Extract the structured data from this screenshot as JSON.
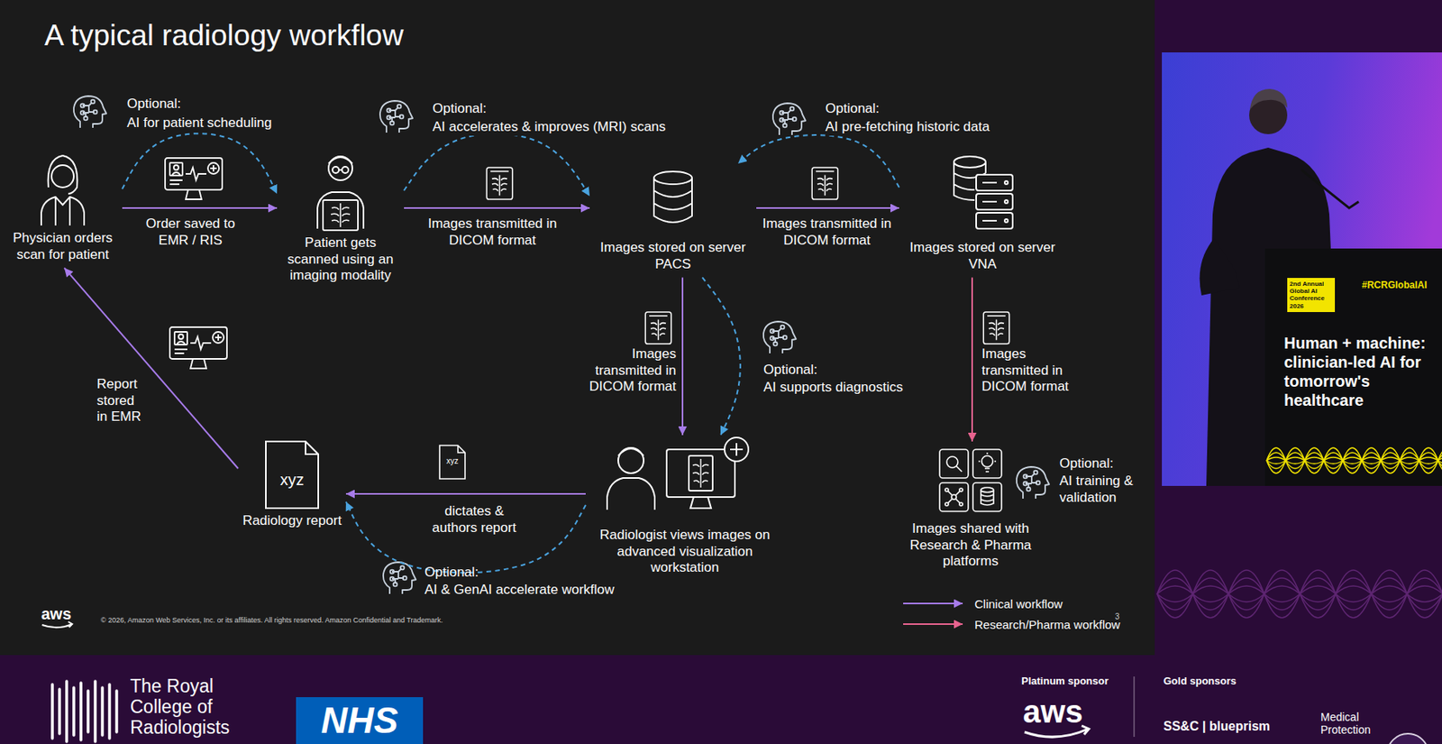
{
  "diagram": {
    "title": "A typical radiology workflow",
    "nodes": [
      {
        "text": [
          "Physician orders scan for patient"
        ]
      },
      {
        "text": [
          "Patient gets scanned using an imaging modality"
        ]
      },
      {
        "text": [
          "Images stored on server PACS"
        ]
      },
      {
        "text": [
          "Images stored on server VNA"
        ]
      },
      {
        "text": [
          "Radiologist views images on advanced visualization workstation"
        ]
      },
      {
        "text": [
          "Images shared with Research & Pharma platforms"
        ]
      },
      {
        "text": [
          "xyz",
          "Radiology report"
        ]
      }
    ],
    "edges": [
      {
        "from": 0,
        "to": 1,
        "label": "Order saved to EMR / RIS",
        "arrow": "to"
      },
      {
        "from": 0,
        "to": 1,
        "label": "AI for patient scheduling",
        "arrow": "to"
      },
      {
        "from": 1,
        "to": 2,
        "label": "Images transmitted in DICOM format",
        "arrow": "to"
      },
      {
        "from": 1,
        "to": 2,
        "label": "AI accelerates & improves (MRI) scans",
        "arrow": "to"
      },
      {
        "from": 2,
        "to": 3,
        "label": "Images transmitted in DICOM format",
        "arrow": "to"
      },
      {
        "from": 3,
        "to": 2,
        "label": "AI pre-fetching historic data",
        "arrow": "to"
      },
      {
        "from": 2,
        "to": 4,
        "label": "Images transmitted in DICOM format",
        "arrow": "to"
      },
      {
        "from": 2,
        "to": 4,
        "label": "AI supports diagnostics",
        "arrow": "to"
      },
      {
        "from": 3,
        "to": 5,
        "label": "Images transmitted in DICOM format",
        "arrow": "to"
      },
      {
        "from": 4,
        "to": 6,
        "label": "dictates & authors report",
        "arrow": "to"
      },
      {
        "from": 4,
        "to": 6,
        "label": "AI & GenAI accelerate workflow",
        "arrow": "to"
      },
      {
        "from": 6,
        "to": 0,
        "label": "Report stored in EMR",
        "arrow": "to"
      }
    ],
    "labels": [
      "Optional:",
      "Optional:",
      "Optional:",
      "Optional:",
      "Optional:",
      "Optional:",
      "AI training & validation",
      "xyz",
      "aws",
      "© 2026, Amazon Web Services, Inc. or its affiliates. All rights reserved. Amazon Confidential and Trademark.",
      "3",
      "2nd Annual Global AI Conference 2026",
      "#RCRGlobalAI",
      "Human + machine: clinician-led AI for tomorrow's healthcare",
      "The Royal College of Radiologists",
      "NHS",
      "Platinum sponsor",
      "aws",
      "Gold sponsors",
      "SS&C | blueprism",
      "Medical Protection"
    ],
    "legend": [
      {
        "text": "Clinical workflow"
      },
      {
        "text": "Research/Pharma workflow"
      }
    ]
  }
}
